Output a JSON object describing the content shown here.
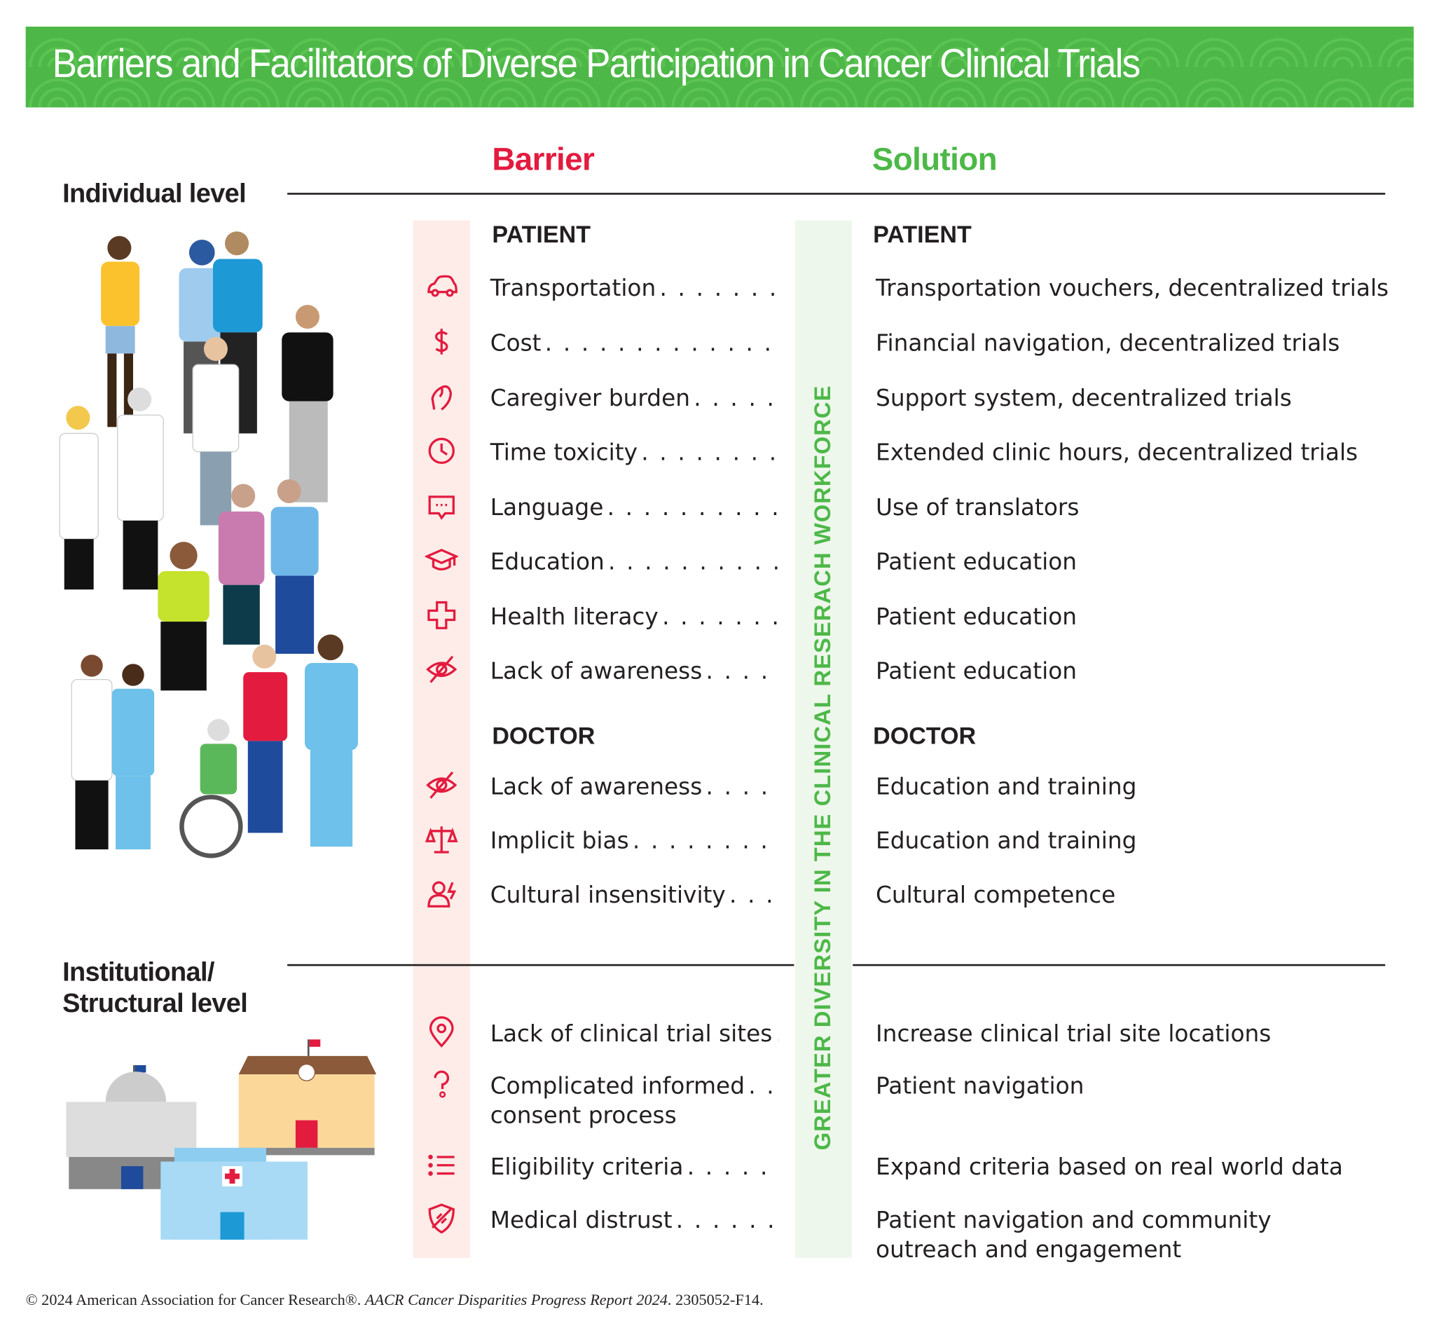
{
  "title": "Barriers and Facilitators of Diverse Participation in Cancer Clinical Trials",
  "headers": {
    "barrier": "Barrier",
    "solution": "Solution"
  },
  "levels": {
    "individual": "Individual level",
    "institutional_1": "Institutional/",
    "institutional_2": "Structural level"
  },
  "vertical_label": "GREATER DIVERSITY IN THE CLINICAL RESERACH WORKFORCE",
  "patient": {
    "heading": "PATIENT",
    "rows": [
      {
        "icon": "car-icon",
        "barrier": "Transportation",
        "solution": "Transportation vouchers, decentralized trials"
      },
      {
        "icon": "dollar-icon",
        "barrier": "Cost",
        "solution": "Financial navigation, decentralized trials"
      },
      {
        "icon": "hand-heart-icon",
        "barrier": "Caregiver burden",
        "solution": "Support system, decentralized trials"
      },
      {
        "icon": "clock-icon",
        "barrier": "Time toxicity",
        "solution": "Extended clinic hours, decentralized trials"
      },
      {
        "icon": "chat-icon",
        "barrier": "Language",
        "solution": "Use of translators"
      },
      {
        "icon": "graduation-cap-icon",
        "barrier": "Education",
        "solution": "Patient education"
      },
      {
        "icon": "medical-cross-icon",
        "barrier": "Health literacy",
        "solution": "Patient education"
      },
      {
        "icon": "eye-slash-icon",
        "barrier": "Lack of awareness",
        "solution": "Patient education"
      }
    ]
  },
  "doctor": {
    "heading": "DOCTOR",
    "rows": [
      {
        "icon": "eye-slash-icon",
        "barrier": "Lack of awareness",
        "solution": "Education and training"
      },
      {
        "icon": "scales-icon",
        "barrier": "Implicit bias",
        "solution": "Education and training"
      },
      {
        "icon": "person-alert-icon",
        "barrier": "Cultural insensitivity",
        "solution": "Cultural competence"
      }
    ]
  },
  "institutional": {
    "rows": [
      {
        "icon": "location-pin-icon",
        "barrier": "Lack of clinical trial sites",
        "solution": "Increase clinical trial site locations"
      },
      {
        "icon": "question-icon",
        "barrier": "Complicated informed",
        "barrier_2": "consent process",
        "solution": "Patient navigation"
      },
      {
        "icon": "list-icon",
        "barrier": "Eligibility criteria",
        "solution": "Expand criteria based on real world data"
      },
      {
        "icon": "shield-slash-icon",
        "barrier": "Medical distrust",
        "solution": "Patient navigation and community",
        "solution_2": "outreach and engagement"
      }
    ]
  },
  "footer": {
    "copyright": "© 2024 American Association for Cancer Research®. ",
    "report": "AACR Cancer Disparities Progress Report 2024",
    "code": ". 2305052-F14."
  },
  "colors": {
    "barrier": "#e31b3f",
    "solution": "#4db848",
    "barrier_band": "#fdece8",
    "solution_band": "#eef7ec"
  }
}
